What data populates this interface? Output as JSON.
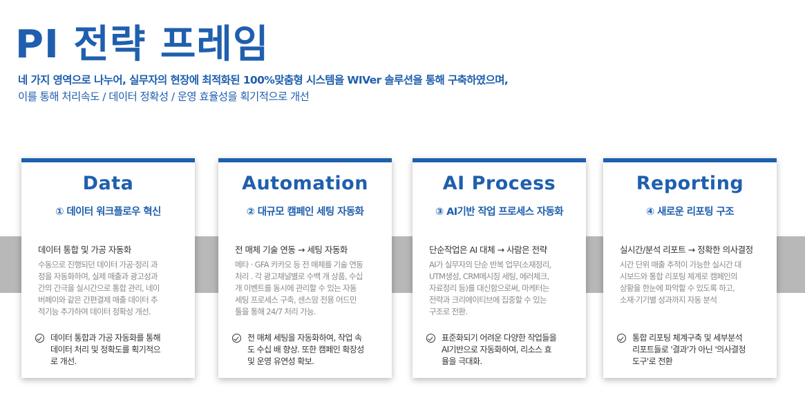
{
  "header": {
    "title": "PI 전략 프레임",
    "subtitle_line1": "네 가지 영역으로 나누어, 실무자의 현장에 최적화된 100%맞춤형 시스템을  WIVer 솔루션을 통해 구축하였으며,",
    "subtitle_line2": "이를 통해 처리속도 / 데이터 정확성 / 운영 효율성을 획기적으로 개선"
  },
  "cards": [
    {
      "title": "Data",
      "subtitle": "① 데이터 워크플로우 혁신",
      "heading": "데이터 통합 및 가공 자동화",
      "body": "수동으로 진행되던 데이터 가공·정리 과\n정을 자동화하여, 실제 매출과 광고성과\n간의 간극을 실시간으로 통합 관리, 네이\n버페이와 같은 간편결제 매출 데이터 추\n적기능 추가하여 데이터 정확성 개선.",
      "result": "데이터 통합과 가공 자동화를 통해\n데이터 처리 및 정확도를 획기적으\n로 개선.",
      "check_icon": "check-circle-icon"
    },
    {
      "title": "Automation",
      "subtitle": "② 대규모 캠페인 세팅 자동화",
      "heading": "전 매체 기술 연동 → 세팅 자동화",
      "body": "메타 · GFA 카카오 등 전 매체를 기술 연동\n처리 . 각 광고채널별로 수백 개 상품, 수십\n개 이벤트를 동시에 관리할 수 있는 자동\n세팅 프로세스 구축, 센스맘 전용 어드민\n툴을 통해 24/7 처리 가능.",
      "result": "전 매체 세팅을 자동화하여, 작업 속\n도 수십 배 향상. 또한 캠페인 확장성\n및 운영 유연성 확보.",
      "check_icon": "check-circle-icon"
    },
    {
      "title": "AI Process",
      "subtitle": "③ AI기반 작업 프로세스 자동화",
      "heading": "단순작업은 AI 대체 → 사람은 전략",
      "body": "AI가 실무자의 단순 반복 업무(소재정리,\nUTM생성, CRM메시징 세팅, 에러체크,\n자료정리 등)를 대신함으로써, 마케터는\n전략과 크리에이티브에 집중할 수 있는\n구조로 전환.",
      "result": "표준화되기 어려운 다양한 작업들을\nAI기반으로 자동화하여, 리소스 효\n율을 극대화.",
      "check_icon": "check-circle-icon"
    },
    {
      "title": "Reporting",
      "subtitle": "④ 새로운 리포팅 구조",
      "heading": "실시간/분석 리포트 → 정확한 의사결정",
      "body": "시간 단위 매출 추적이 가능한 실시간 대\n시보드와 통합 리포팅 체계로 캠페인의\n상황을 한눈에 파악할 수 있도록 하고,\n소재·기기별 성과까지 자동 분석",
      "result": "통합 리포팅 체계구축 및 세부분석\n리포트들로 '결과'가 아닌 '의사결정\n도구'로 전환",
      "check_icon": "check-circle-icon"
    }
  ],
  "colors": {
    "brand_blue": "#1f5fae",
    "band_gray": "#b8b8b8",
    "body_gray": "#8a8a8a"
  }
}
